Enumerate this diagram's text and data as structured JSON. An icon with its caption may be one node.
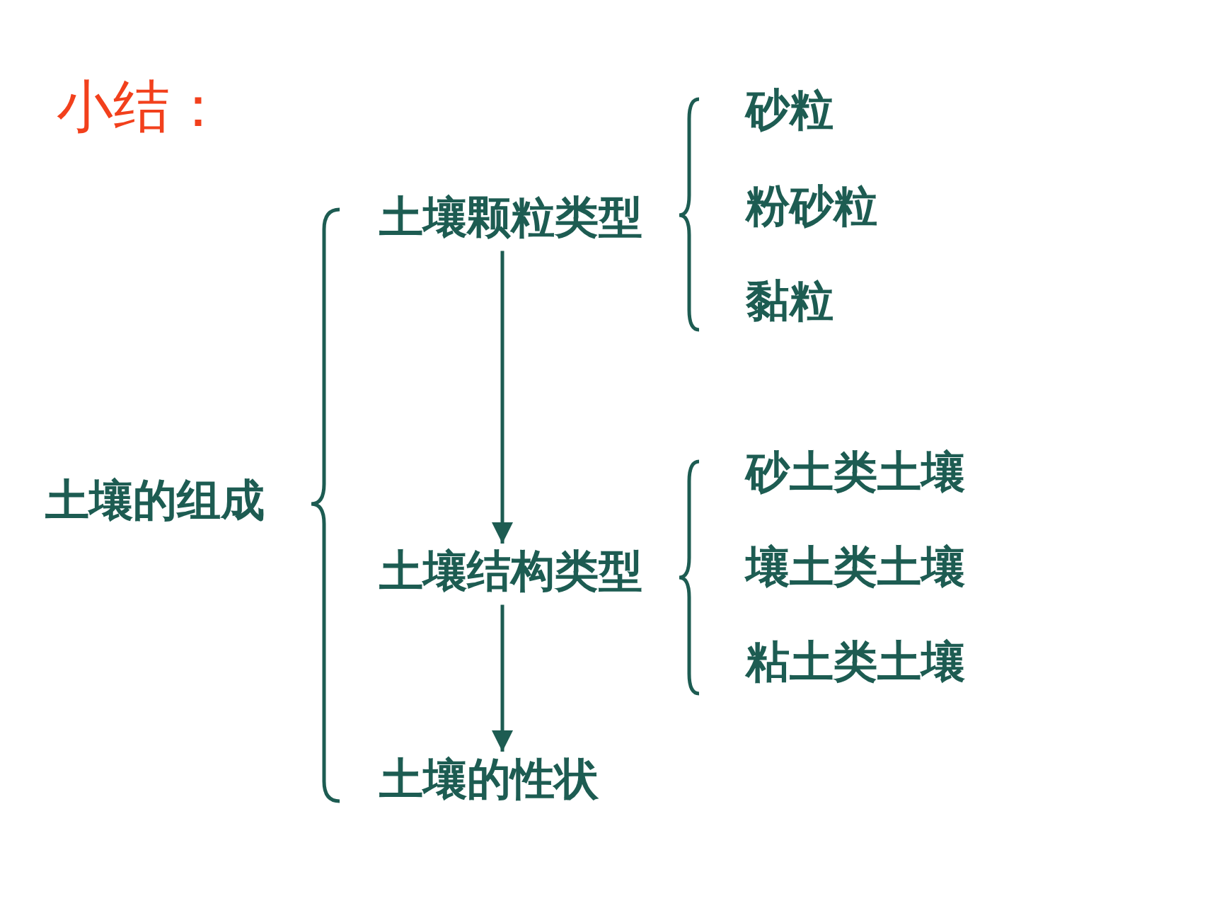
{
  "diagram": {
    "title": "小结：",
    "nodes": [
      {
        "text": [
          "土壤颗粒类型"
        ]
      },
      {
        "text": [
          "土壤结构类型"
        ]
      },
      {
        "text": [
          "土壤的性状"
        ]
      }
    ],
    "edges": [
      {
        "from": 0,
        "to": 1,
        "arrow": "to"
      },
      {
        "from": 1,
        "to": 2,
        "arrow": "to"
      }
    ],
    "labels": [
      "土壤的组成",
      "砂粒",
      "粉砂粒",
      "黏粒",
      "砂土类土壤",
      "壤土类土壤",
      "粘土类土壤"
    ]
  }
}
